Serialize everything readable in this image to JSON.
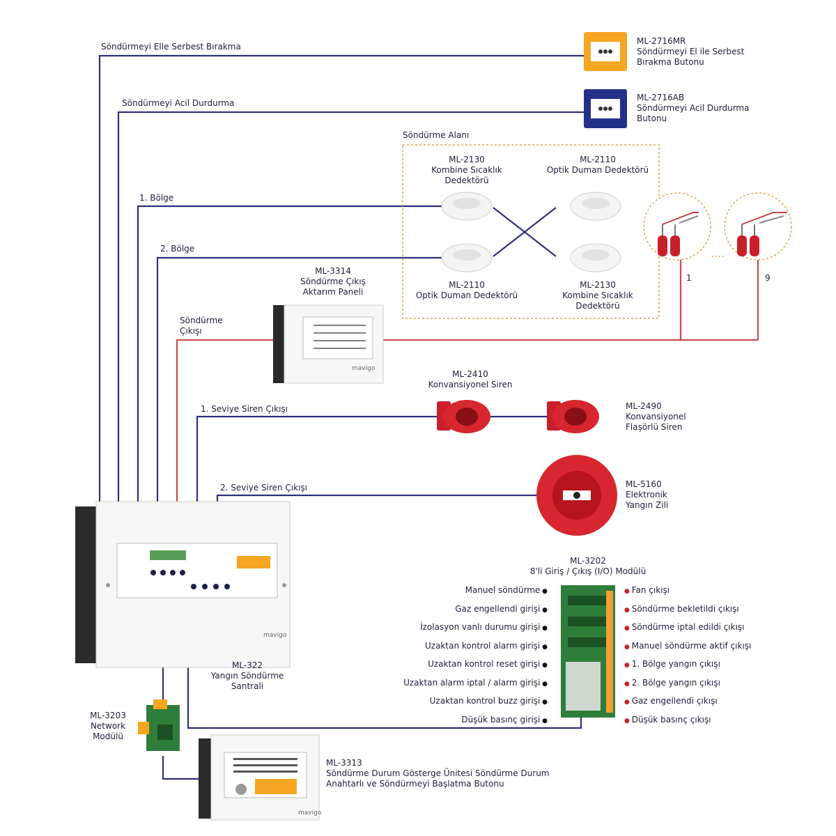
{
  "lines": {
    "release_button_line": "Söndürmeyi Elle Serbest Bırakma",
    "abort_button_line": "Söndürmeyi Acil Durdurma",
    "zone1": "1. Bölge",
    "zone2": "2. Bölge",
    "release_output": "Söndürme Çıkışı",
    "siren1": "1. Seviye Siren Çıkışı",
    "siren2": "2. Seviye Siren Çıkışı"
  },
  "devices": {
    "manual_release": {
      "code": "ML-2716MR",
      "name": "Söndürmeyi El ile Serbest Bırakma Butonu"
    },
    "abort": {
      "code": "ML-2716AB",
      "name": "Söndürmeyi Acil Durdurma Butonu"
    },
    "area_title": "Söndürme Alanı",
    "detectors": [
      {
        "code": "ML-2130",
        "name": "Kombine Sıcaklık Dedektörü"
      },
      {
        "code": "ML-2110",
        "name": "Optik Duman Dedektörü"
      },
      {
        "code": "ML-2110",
        "name": "Optik Duman Dedektörü"
      },
      {
        "code": "ML-2130",
        "name": "Kombine Sıcaklık Dedektörü"
      }
    ],
    "cylinder_labels": [
      "1",
      "9"
    ],
    "actuator_panel": {
      "code": "ML-3314",
      "name": "Söndürme Çıkış Aktarım Paneli"
    },
    "siren_conv": {
      "code": "ML-2410",
      "name": "Konvansiyonel Siren"
    },
    "siren_flash": {
      "code": "ML-2490",
      "name": "Konvansiyonel Flaşörlü Siren"
    },
    "bell": {
      "code": "ML-5160",
      "name": "Elektronik Yangın Zili"
    },
    "io_module": {
      "code": "ML-3202",
      "name": "8'li Giriş / Çıkış (I/O) Modülü"
    },
    "control_panel": {
      "code": "ML-322",
      "name": "Yangın Söndürme Santrali"
    },
    "network": {
      "code": "ML-3203",
      "name": "Network Modülü"
    },
    "status_panel": {
      "code": "ML-3313",
      "name": "Söndürme Durum Gösterge Ünitesi Söndürme Durum Anahtarlı ve Söndürmeyi Başlatma Butonu"
    }
  },
  "io_inputs": [
    "Manuel söndürme",
    "Gaz engellendi girişi",
    "İzolasyon vanlı durumu girişi",
    "Uzaktan kontrol alarm girişi",
    "Uzaktan kontrol reset girişi",
    "Uzaktan alarm iptal / alarm girişi",
    "Uzaktan kontrol buzz girişi",
    "Düşük basınç girişi"
  ],
  "io_outputs": [
    "Fan çıkışı",
    "Söndürme bekletildi çıkışı",
    "Söndürme iptal edildi çıkışı",
    "Manuel söndürme aktif çıkışı",
    "1. Bölge yangın çıkışı",
    "2. Bölge yangın çıkışı",
    "Gaz engellendi çıkışı",
    "Düşük basınç çıkışı"
  ],
  "brand": "mavigo",
  "colors": {
    "wire_blue": "#2d2f7c",
    "wire_red": "#d04848",
    "area_border": "#e8a040"
  }
}
